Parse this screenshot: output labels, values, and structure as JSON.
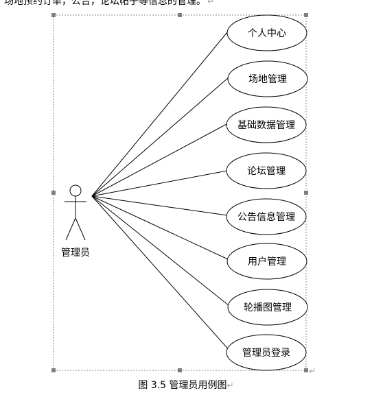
{
  "document": {
    "top_text": "场地预约订单，公告，论坛帖子等信息的管理。",
    "paragraph_mark": "↵",
    "caption_text": "图 3.5  管理员用例图"
  },
  "actor": {
    "label": "管理员"
  },
  "use_cases": [
    {
      "label": "个人中心"
    },
    {
      "label": "场地管理"
    },
    {
      "label": "基础数据管理"
    },
    {
      "label": "论坛管理"
    },
    {
      "label": "公告信息管理"
    },
    {
      "label": "用户管理"
    },
    {
      "label": "轮播图管理"
    },
    {
      "label": "管理员登录"
    }
  ]
}
